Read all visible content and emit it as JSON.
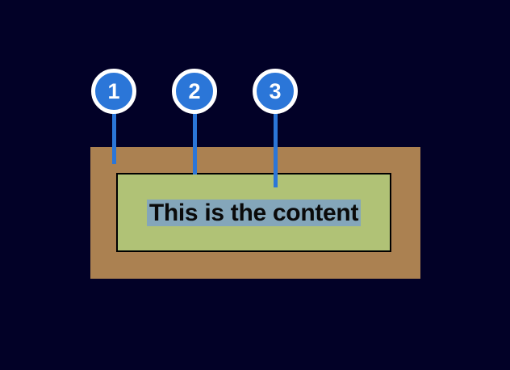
{
  "diagram": {
    "content_text": "This is the content",
    "callouts": [
      {
        "number": "1"
      },
      {
        "number": "2"
      },
      {
        "number": "3"
      }
    ]
  },
  "colors": {
    "background": "#020127",
    "margin-brown": "#ab8151",
    "padding-green": "#b0c276",
    "content-highlight": "#84a6ba",
    "callout-blue": "#2b76d8",
    "callout-ring": "#ffffff",
    "border-black": "#000000",
    "text-black": "#0a0a0a"
  }
}
